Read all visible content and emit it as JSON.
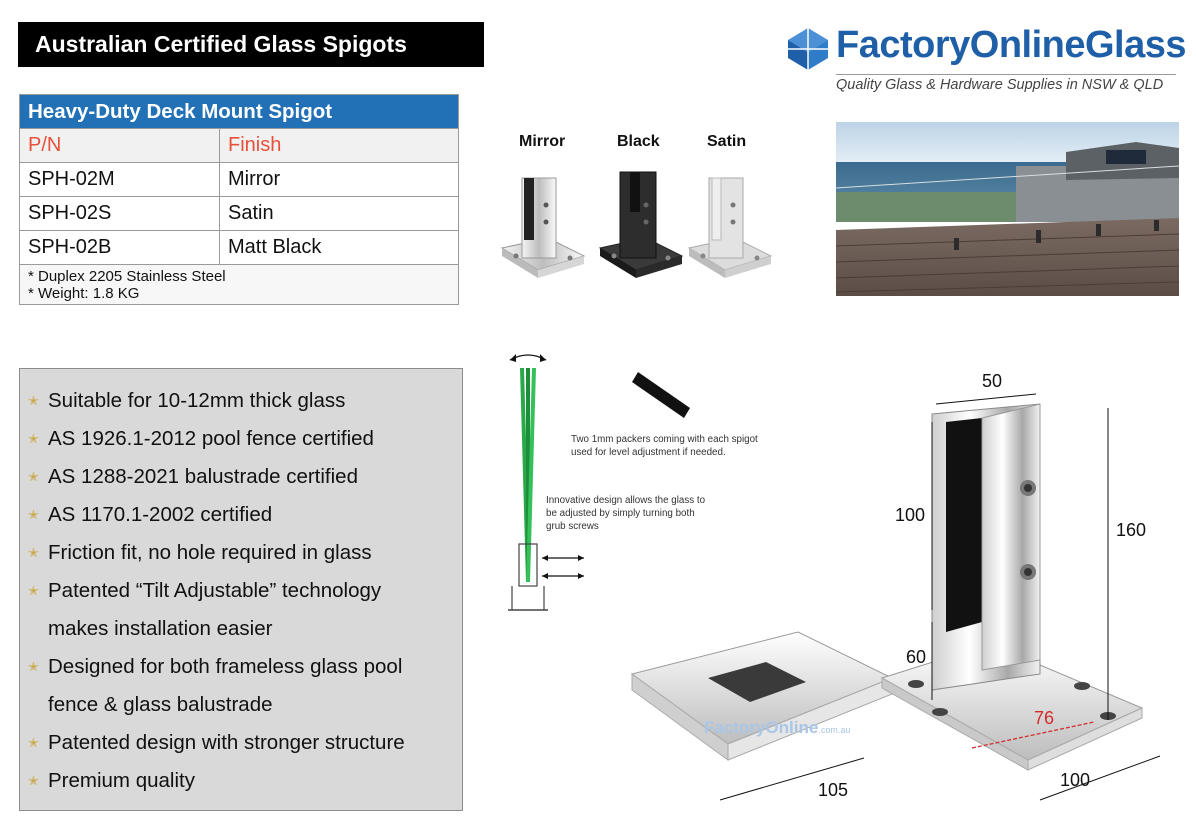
{
  "title": "Australian Certified Glass Spigots",
  "brand": {
    "name": "FactoryOnlineGlass",
    "tagline": "Quality Glass & Hardware Supplies in NSW & QLD"
  },
  "spec_table": {
    "heading": "Heavy-Duty Deck Mount Spigot",
    "col_pn": "P/N",
    "col_finish": "Finish",
    "rows": [
      {
        "pn": "SPH-02M",
        "finish": "Mirror"
      },
      {
        "pn": "SPH-02S",
        "finish": "Satin"
      },
      {
        "pn": "SPH-02B",
        "finish": "Matt Black"
      }
    ],
    "notes": [
      "* Duplex 2205 Stainless Steel",
      "* Weight: 1.8 KG"
    ]
  },
  "variants": [
    "Mirror",
    "Black",
    "Satin"
  ],
  "features": [
    "Suitable for 10-12mm thick glass",
    "AS 1926.1-2012 pool fence certified",
    "AS 1288-2021 balustrade certified",
    "AS 1170.1-2002 certified",
    "Friction fit, no hole required in glass",
    "Patented “Tilt Adjustable” technology",
    "makes installation easier",
    "Designed for both frameless glass pool",
    "fence & glass balustrade",
    "Patented design with stronger structure",
    "Premium quality"
  ],
  "diagram_notes": {
    "packers": "Two 1mm packers coming with each spigot used for level adjustment if needed.",
    "adjust": "Innovative design allows the glass to be adjusted by simply turning both grub screws"
  },
  "dimensions": {
    "width_top": "50",
    "height_body": "100",
    "height_total": "160",
    "base_height": "60",
    "base_inner": "76",
    "base_width": "100",
    "cover_width": "105"
  },
  "watermark": {
    "text": "FactoryOnline",
    "suffix": ".com.au"
  },
  "colors": {
    "accent_blue": "#2271b6",
    "header_red": "#e8503a",
    "panel_grey": "#d9d9d9",
    "brand_blue": "#1f5fa8"
  }
}
